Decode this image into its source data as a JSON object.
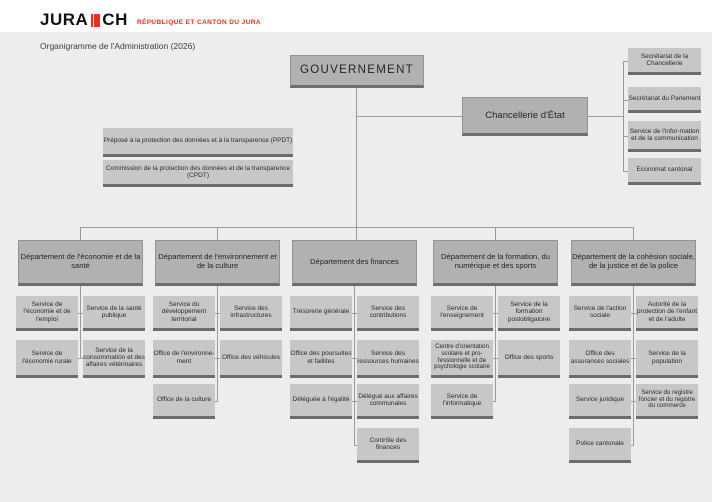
{
  "header": {
    "logo_part1": "JURA",
    "logo_part2": "CH",
    "tagline": "RÉPUBLIQUE ET CANTON DU JURA",
    "title": "Organigramme de l'Administration (2026)"
  },
  "colors": {
    "accent_red": "#e0351f",
    "box_dark": "#b1b1b1",
    "box_light": "#c7c7c7",
    "border_dark": "#6d6d6d",
    "connector_line": "#9b9b9b",
    "background": "#ededed"
  },
  "root": {
    "label": "GOUVERNEMENT"
  },
  "chancellerie": {
    "label": "Chancellerie d'État",
    "units": [
      "Secrétariat de la Chancellerie",
      "Secrétariat du Parlement",
      "Service de l'infor-mation et de la communication",
      "Economat cantonal"
    ]
  },
  "independent_bodies": [
    "Préposé à la protection des données et à la transparence (PPDT)",
    "Commission de la protection des données et de la transparence (CPDT)"
  ],
  "departments": [
    {
      "name": "Département de l'économie et de la santé",
      "left": [
        "Service de l'économie et de l'emploi",
        "Service de l'économie rurale"
      ],
      "right": [
        "Service de la santé publique",
        "Service de la consommation et des affaires vétérinaires"
      ]
    },
    {
      "name": "Département de l'environnement et de la culture",
      "left": [
        "Service du développement territorial",
        "Office de l'environne-ment",
        "Office de la culture"
      ],
      "right": [
        "Service des infrastructures",
        "Office des véhicules"
      ]
    },
    {
      "name": "Département des finances",
      "left": [
        "Trésorerie générale",
        "Office des poursuites et faillites",
        "Déléguée à l'égalité"
      ],
      "right": [
        "Service des contributions",
        "Service des ressources humaines",
        "Délégué aux affaires communales",
        "Contrôle des finances"
      ]
    },
    {
      "name": "Département de la formation, du numérique et des sports",
      "left": [
        "Service de l'enseignement",
        "Centre d'orientation scolaire et pro-fessionnelle et de psychologie scolaire",
        "Service de l'informatique"
      ],
      "right": [
        "Service de la formation postobligatoire",
        "Office des sports"
      ]
    },
    {
      "name": "Département de la cohésion sociale, de la justice et de la police",
      "left": [
        "Service de l'action sociale",
        "Office des assurances sociales",
        "Service juridique",
        "Police cantonale"
      ],
      "right": [
        "Autorité de la protection de l'enfant et de l'adulte",
        "Service de la population",
        "Service du registre foncier et du registre du commerce"
      ]
    }
  ]
}
